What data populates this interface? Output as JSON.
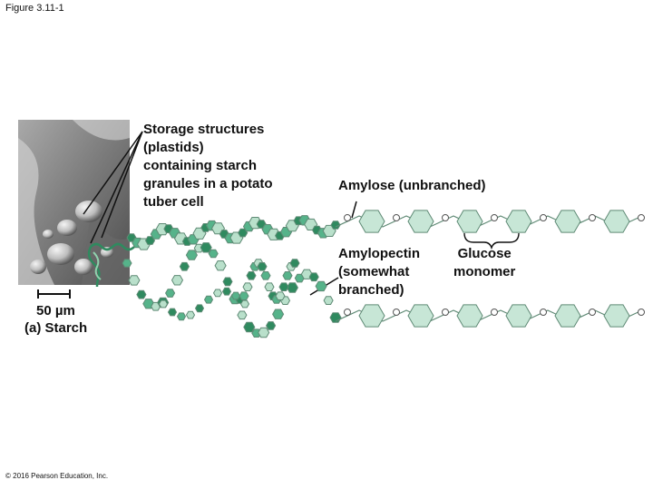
{
  "figure_label": "Figure 3.11-1",
  "storage_label": [
    "Storage structures",
    "(plastids)",
    "containing starch",
    "granules in a potato",
    "tuber cell"
  ],
  "amylose_label": "Amylose (unbranched)",
  "amylopectin_label": [
    "Amylopectin",
    "(somewhat",
    "branched)"
  ],
  "glucose_label": [
    "Glucose",
    "monomer"
  ],
  "scale_label": "50 µm",
  "panel_label": "(a) Starch",
  "copyright": "© 2016 Pearson Education, Inc.",
  "colors": {
    "glucose_fill": "#c7e6d6",
    "glucose_stroke": "#5f8a75",
    "chain_dark": "#2f8a5f",
    "chain_mid": "#56b38a",
    "chain_light": "#b9e0cb",
    "micrograph_bg": "#8f8f8f"
  },
  "icons": [
    "starch-granule-micrograph-icon",
    "glucose-ring-icon",
    "brace-icon",
    "helix-icon"
  ]
}
